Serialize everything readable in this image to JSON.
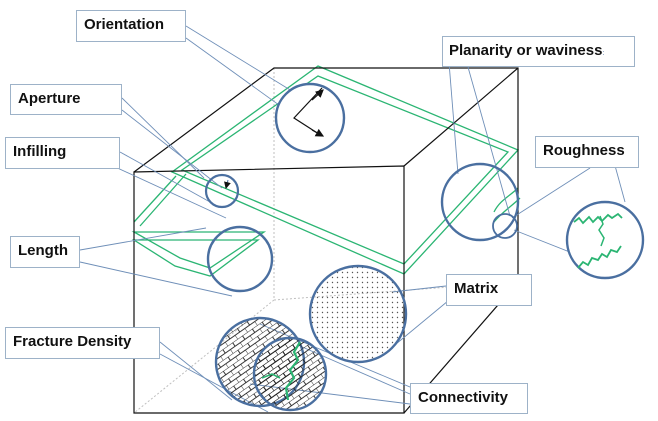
{
  "labels": {
    "orientation": "Orientation",
    "planarity": "Planarity or waviness",
    "planarity_suffix": ":",
    "aperture": "Aperture",
    "infilling": "Infilling",
    "roughness": "Roughness",
    "length": "Length",
    "matrix": "Matrix",
    "fracture_density": "Fracture Density",
    "connectivity": "Connectivity"
  },
  "colors": {
    "cube_edge": "#111111",
    "hidden_edge": "#bfbfbf",
    "fracture_plane": "#2bb573",
    "callout_circle": "#4a6fa0",
    "leader_line": "#6f8fb8",
    "label_border": "#9db2c8",
    "arrow": "#111111"
  }
}
